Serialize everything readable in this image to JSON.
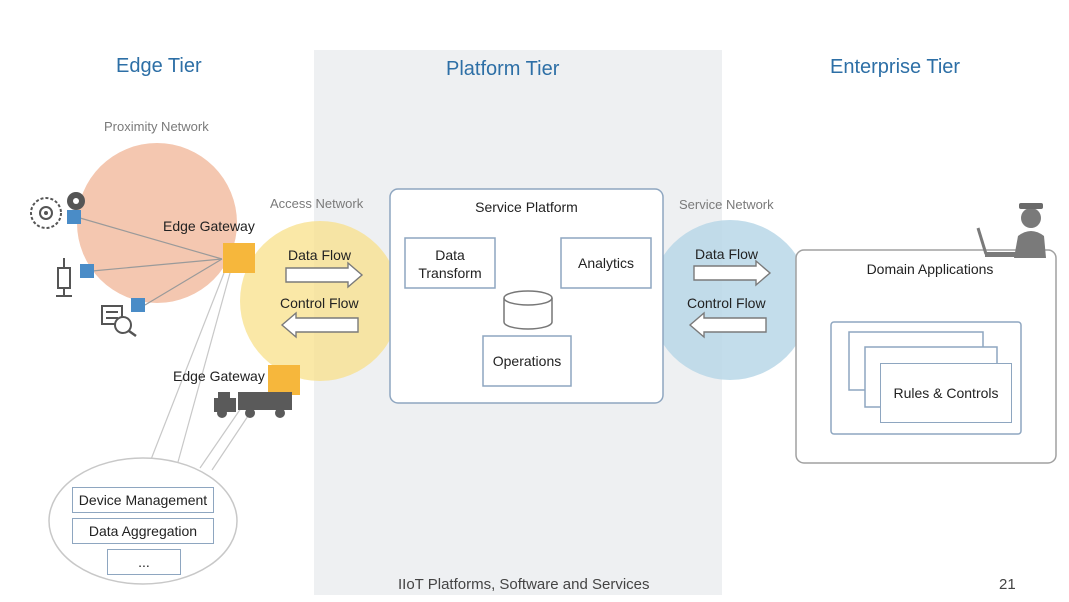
{
  "tiers": {
    "edge": "Edge Tier",
    "platform": "Platform Tier",
    "enterprise": "Enterprise Tier"
  },
  "networks": {
    "proximity": "Proximity Network",
    "access": "Access Network",
    "service": "Service Network"
  },
  "edge": {
    "gateway_1": "Edge Gateway",
    "gateway_2": "Edge Gateway",
    "functions": [
      "Device Management",
      "Data Aggregation",
      "..."
    ]
  },
  "access_flows": {
    "data_flow": "Data Flow",
    "control_flow": "Control Flow"
  },
  "service_flows": {
    "data_flow": "Data Flow",
    "control_flow": "Control Flow"
  },
  "service_platform": {
    "title": "Service Platform",
    "data_transform": "Data Transform",
    "analytics": "Analytics",
    "operations": "Operations"
  },
  "domain_applications": {
    "title": "Domain Applications",
    "rules_controls": "Rules & Controls"
  },
  "footer": {
    "title": "IIoT Platforms, Software and Services",
    "page_number": "21"
  },
  "colors": {
    "tier_title": "#2d6fa6",
    "proximity_circle": "#f4c7b0",
    "access_circle": "#f8e08a",
    "service_circle": "#b9d7e8",
    "gateway_square": "#f6b73c",
    "device_square": "#4a8cc7",
    "platform_band": "#eef0f2"
  }
}
